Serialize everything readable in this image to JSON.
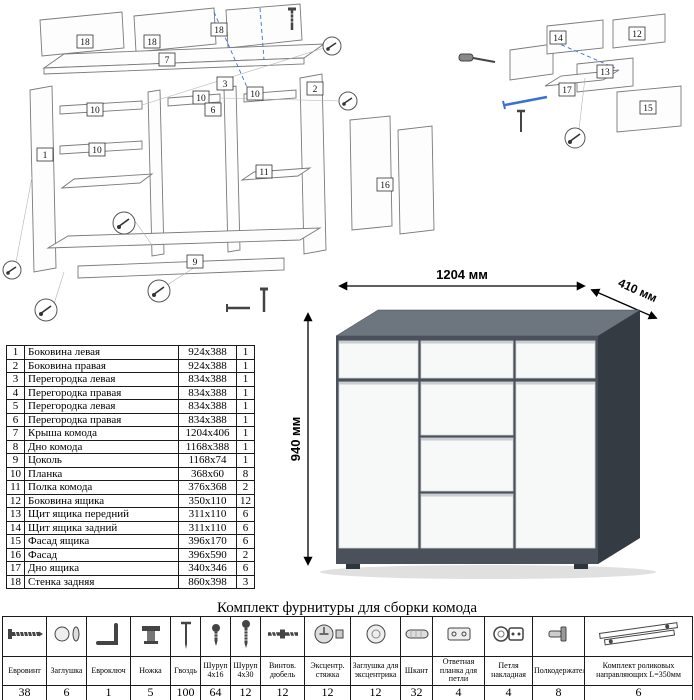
{
  "dimensions": {
    "width": "1204 мм",
    "depth": "410 мм",
    "height": "940 мм"
  },
  "parts_table": {
    "rows": [
      {
        "num": "1",
        "name": "Боковина левая",
        "size": "924x388",
        "qty": "1"
      },
      {
        "num": "2",
        "name": "Боковина правая",
        "size": "924x388",
        "qty": "1"
      },
      {
        "num": "3",
        "name": "Перегородка левая",
        "size": "834x388",
        "qty": "1"
      },
      {
        "num": "4",
        "name": "Перегородка правая",
        "size": "834x388",
        "qty": "1"
      },
      {
        "num": "5",
        "name": "Перегородка левая",
        "size": "834x388",
        "qty": "1"
      },
      {
        "num": "6",
        "name": "Перегородка правая",
        "size": "834x388",
        "qty": "1"
      },
      {
        "num": "7",
        "name": "Крыша комода",
        "size": "1204x406",
        "qty": "1"
      },
      {
        "num": "8",
        "name": "Дно комода",
        "size": "1168x388",
        "qty": "1"
      },
      {
        "num": "9",
        "name": "Цоколь",
        "size": "1168x74",
        "qty": "1"
      },
      {
        "num": "10",
        "name": "Планка",
        "size": "368x60",
        "qty": "8"
      },
      {
        "num": "11",
        "name": "Полка комода",
        "size": "376x368",
        "qty": "2"
      },
      {
        "num": "12",
        "name": "Боковина ящика",
        "size": "350x110",
        "qty": "12"
      },
      {
        "num": "13",
        "name": "Щит ящика передний",
        "size": "311x110",
        "qty": "6"
      },
      {
        "num": "14",
        "name": "Щит ящика задний",
        "size": "311x110",
        "qty": "6"
      },
      {
        "num": "15",
        "name": "Фасад ящика",
        "size": "396x170",
        "qty": "6"
      },
      {
        "num": "16",
        "name": "Фасад",
        "size": "396x590",
        "qty": "2"
      },
      {
        "num": "17",
        "name": "Дно ящика",
        "size": "340x346",
        "qty": "6"
      },
      {
        "num": "18",
        "name": "Стенка задняя",
        "size": "860x398",
        "qty": "3"
      }
    ]
  },
  "hardware": {
    "title": "Комплект фурнитуры для сборки комода",
    "items": [
      {
        "label": "Евровинт",
        "qty": "38",
        "icon": "confirmat-screw-icon"
      },
      {
        "label": "Заглушка",
        "qty": "6",
        "icon": "plug-icon"
      },
      {
        "label": "Евроключ",
        "qty": "1",
        "icon": "hex-key-icon"
      },
      {
        "label": "Ножка",
        "qty": "5",
        "icon": "leg-icon"
      },
      {
        "label": "Гвоздь",
        "qty": "100",
        "icon": "nail-icon"
      },
      {
        "label": "Шуруп 4x16",
        "qty": "64",
        "icon": "screw-4x16-icon"
      },
      {
        "label": "Шуруп 4x30",
        "qty": "12",
        "icon": "screw-4x30-icon"
      },
      {
        "label": "Винтов. дюбель",
        "qty": "12",
        "icon": "dowel-screw-icon"
      },
      {
        "label": "Эксцентр. стяжка",
        "qty": "12",
        "icon": "cam-lock-icon"
      },
      {
        "label": "Заглушка для эксцентрика",
        "qty": "12",
        "icon": "cam-cap-icon"
      },
      {
        "label": "Шкант",
        "qty": "32",
        "icon": "wood-dowel-icon"
      },
      {
        "label": "Ответная планка для петли",
        "qty": "4",
        "icon": "hinge-plate-icon"
      },
      {
        "label": "Петля накладная",
        "qty": "4",
        "icon": "hinge-icon"
      },
      {
        "label": "Полкодержатель",
        "qty": "8",
        "icon": "shelf-support-icon"
      },
      {
        "label": "Комплект роликовых направляющих L=350мм",
        "qty": "6",
        "icon": "drawer-slides-icon"
      }
    ]
  },
  "diagram_main": {
    "labels": [
      "18",
      "18",
      "18",
      "7",
      "1",
      "10",
      "10",
      "10",
      "10",
      "3",
      "6",
      "2",
      "11",
      "9",
      "16"
    ]
  },
  "diagram_drawer": {
    "labels": [
      "14",
      "12",
      "13",
      "17",
      "15"
    ]
  },
  "colors": {
    "carcass": "#4a515a",
    "carcass_top": "#6d767f",
    "carcass_side": "#343b43",
    "front": "#f7f8f8",
    "accent_blue": "#3a6fd8"
  }
}
